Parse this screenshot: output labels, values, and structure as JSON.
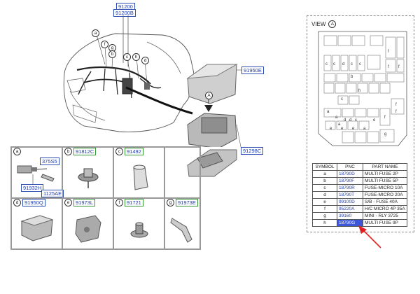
{
  "main": {
    "top_parts": [
      "91200",
      "91200B"
    ],
    "right_parts": [
      "91950E",
      "91298C"
    ],
    "view_marker": "A",
    "harness_callouts": [
      "a",
      "f",
      "g",
      "b",
      "c",
      "e",
      "h",
      "d"
    ]
  },
  "panels": [
    {
      "letter": "a",
      "part": "",
      "subparts": [
        "375S5",
        "91932H",
        "1125AE"
      ]
    },
    {
      "letter": "b",
      "part": "91812C"
    },
    {
      "letter": "c",
      "part": "91492"
    },
    {
      "letter": "d",
      "part": "91950Q"
    },
    {
      "letter": "e",
      "part": "91973L"
    },
    {
      "letter": "f",
      "part": "91721"
    },
    {
      "letter": "g",
      "part": "91973E"
    }
  ],
  "view": {
    "label": "VIEW",
    "marker": "A",
    "fuse_labels": [
      "f",
      "c",
      "c",
      "d",
      "c",
      "c",
      "f",
      "f",
      "b",
      "h",
      "c",
      "f",
      "f",
      "a",
      "a",
      "a",
      "d",
      "d",
      "c",
      "e",
      "e",
      "e",
      "e",
      "a",
      "g",
      "f"
    ]
  },
  "table": {
    "headers": [
      "SYMBOL",
      "PNC",
      "PART NAME"
    ],
    "rows": [
      {
        "symbol": "a",
        "pnc": "18790D",
        "name": "MULTI FUSE 2P"
      },
      {
        "symbol": "b",
        "pnc": "18790F",
        "name": "MULTI FUSE 5P"
      },
      {
        "symbol": "c",
        "pnc": "18790R",
        "name": "FUSE-MICRO 10A"
      },
      {
        "symbol": "d",
        "pnc": "18790T",
        "name": "FUSE-MICRO 20A"
      },
      {
        "symbol": "e",
        "pnc": "99100D",
        "name": "S/B - FUSE 40A"
      },
      {
        "symbol": "f",
        "pnc": "95220A",
        "name": "H/C MICRO 4P 35A"
      },
      {
        "symbol": "g",
        "pnc": "39160",
        "name": "MINI - RLY 3725"
      },
      {
        "symbol": "h",
        "pnc": "18790G",
        "name": "MULTI FUSE 9P"
      }
    ]
  },
  "colors": {
    "part_border": "#2f4fb3",
    "highlight": "#3d57d8",
    "arrow": "#e02020"
  }
}
